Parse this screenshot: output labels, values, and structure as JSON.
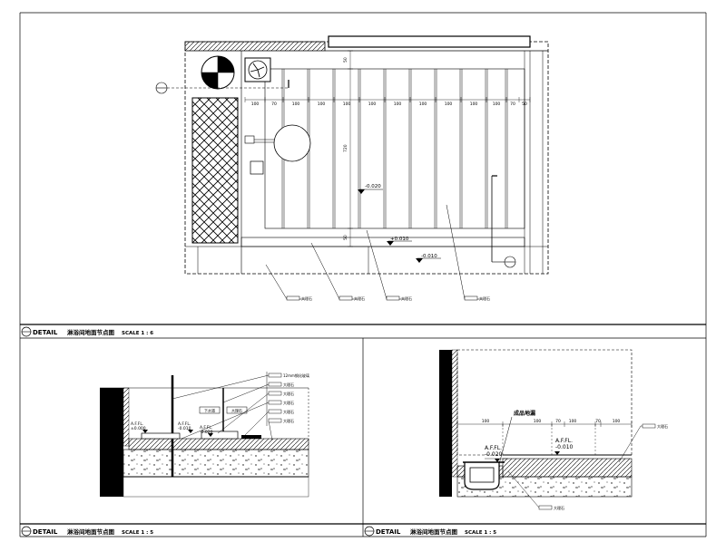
{
  "sheet": {
    "panels": [
      {
        "tag": "DETAIL",
        "title": "淋浴间地面节点图",
        "scale": "SCALE  1 : 6"
      },
      {
        "tag": "DETAIL",
        "title": "淋浴间地面节点图",
        "scale": "SCALE  1 : 5"
      },
      {
        "tag": "DETAIL",
        "title": "淋浴间地面节点图",
        "scale": "SCALE  1 : 5"
      }
    ]
  },
  "plan": {
    "dims_top": [
      "100",
      "70",
      "100",
      "100",
      "100",
      "100",
      "100",
      "100",
      "100",
      "100",
      "100",
      "70",
      "50"
    ],
    "dim_vert_top": "50",
    "dim_vert_mid": "720",
    "dim_vert_bot": "50",
    "levels": [
      "-0.020",
      "+0.010",
      "-0.010"
    ],
    "callouts": [
      "大理石",
      "大理石",
      "大理石",
      "大理石"
    ]
  },
  "detail_left": {
    "levels": [
      {
        "label": "A.F.FL.",
        "value": "±0.000"
      },
      {
        "label": "A.F.FL.",
        "value": "-0.010"
      },
      {
        "label": "A.F.FL.",
        "value": "-0.020"
      }
    ],
    "boxes": [
      "下水道",
      "大理石"
    ],
    "callouts": [
      "12mm钢化玻璃",
      "大理石",
      "大理石",
      "大理石",
      "大理石",
      "大理石"
    ]
  },
  "detail_right": {
    "dims": [
      "100",
      "100",
      "70",
      "100",
      "70",
      "100"
    ],
    "drain_label": "成品地漏",
    "levels": [
      {
        "label": "A.F.FL.",
        "value": "-0.020"
      },
      {
        "label": "A.F.FL.",
        "value": "-0.010"
      }
    ],
    "callouts": [
      "大理石",
      "大理石"
    ]
  },
  "colors": {
    "ink": "#000000",
    "paper": "#ffffff"
  }
}
